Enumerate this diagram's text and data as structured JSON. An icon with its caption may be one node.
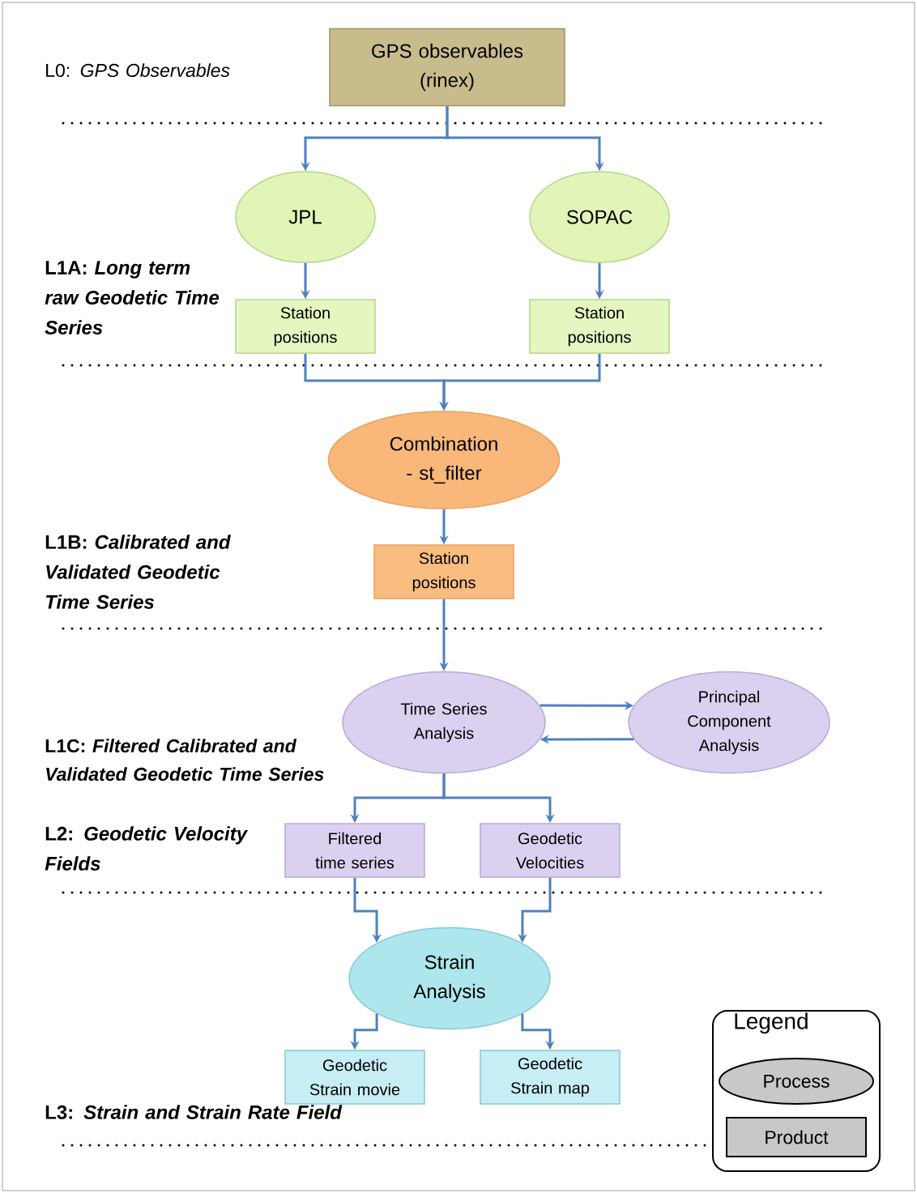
{
  "diagram": {
    "nodes": [
      {
        "text": [
          "GPS observables (rinex)"
        ]
      },
      {
        "text": [
          "JPL"
        ]
      },
      {
        "text": [
          "SOPAC"
        ]
      },
      {
        "text": [
          "Station positions"
        ]
      },
      {
        "text": [
          "Station positions"
        ]
      },
      {
        "text": [
          "Combination - st_filter"
        ]
      },
      {
        "text": [
          "Station positions"
        ]
      },
      {
        "text": [
          "Time Series Analysis"
        ]
      },
      {
        "text": [
          "Principal Component Analysis"
        ]
      },
      {
        "text": [
          "Filtered time series"
        ]
      },
      {
        "text": [
          "Geodetic Velocities"
        ]
      },
      {
        "text": [
          "Strain Analysis"
        ]
      },
      {
        "text": [
          "Geodetic Strain movie"
        ]
      },
      {
        "text": [
          "Geodetic Strain map"
        ]
      }
    ],
    "edges": [
      {
        "from": 0,
        "to": 1,
        "arrow": "to"
      },
      {
        "from": 0,
        "to": 2,
        "arrow": "to"
      },
      {
        "from": 1,
        "to": 3,
        "arrow": "to"
      },
      {
        "from": 2,
        "to": 4,
        "arrow": "to"
      },
      {
        "from": 3,
        "to": 5,
        "arrow": "to"
      },
      {
        "from": 4,
        "to": 5,
        "arrow": "to"
      },
      {
        "from": 5,
        "to": 6,
        "arrow": "to"
      },
      {
        "from": 6,
        "to": 7,
        "arrow": "to"
      },
      {
        "from": 7,
        "to": 8,
        "arrow": "to"
      },
      {
        "from": 8,
        "to": 7,
        "arrow": "to"
      },
      {
        "from": 7,
        "to": 9,
        "arrow": "to"
      },
      {
        "from": 7,
        "to": 10,
        "arrow": "to"
      },
      {
        "from": 9,
        "to": 11,
        "arrow": "to"
      },
      {
        "from": 10,
        "to": 11,
        "arrow": "to"
      },
      {
        "from": 11,
        "to": 12,
        "arrow": "to"
      },
      {
        "from": 11,
        "to": 13,
        "arrow": "to"
      }
    ],
    "labels": [
      "L0: *GPS Observables*",
      "L1A: *Long term raw Geodetic Time Series*",
      "L1B: *Calibrated and Validated Geodetic Time Series*",
      "L1C: *Filtered Calibrated and Validated Geodetic Time Series*",
      "L2: *Geodetic Velocity Fields*",
      "L3: *Strain and Strain Rate Field*",
      "Legend"
    ],
    "legend": [
      {
        "text": "Process"
      },
      {
        "text": "Product"
      }
    ]
  }
}
